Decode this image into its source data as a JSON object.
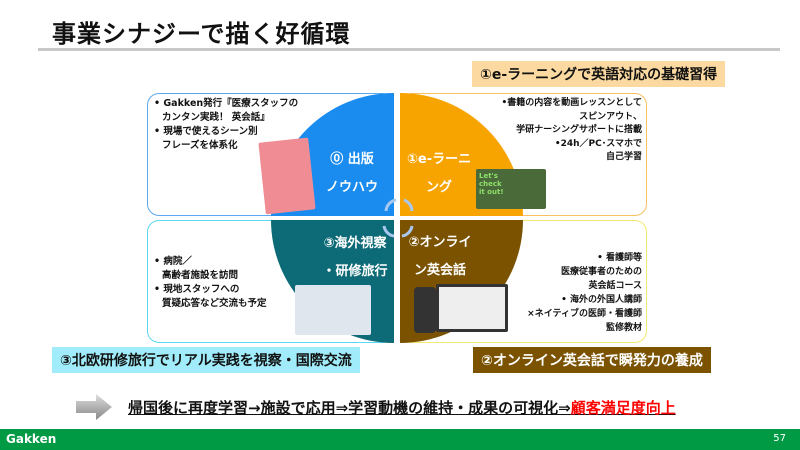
{
  "title": "事業シナジーで描く好循環",
  "tags": {
    "elearning": "①e-ラーニングで英語対応の基礎習得",
    "trip": "③北欧研修旅行でリアル実践を視察・国際交流",
    "online": "②オンライン英会話で瞬発力の養成"
  },
  "quadrants": {
    "publishing": {
      "label1": "⓪ 出版",
      "label2": "ノウハウ",
      "bullets": [
        "• Gakken発行『医療スタッフの",
        "  カンタン実践！ 英会話』",
        "•  現場で使えるシーン別",
        "  フレーズを体系化"
      ]
    },
    "elearning": {
      "label1": "①e-ラーニ",
      "label2": "ング",
      "bullets": [
        "•書籍の内容を動画レッスンとして",
        "スピンアウト、",
        "学研ナーシングサポートに搭載",
        "•24h／PC･スマホで",
        "自己学習"
      ],
      "video_text": "Let's check it out!"
    },
    "trip": {
      "label1": "③海外視察",
      "label2": "・研修旅行",
      "bullets": [
        "• 病院／",
        "  高齢者施設を訪問",
        "• 現地スタッフへの",
        "  質疑応答など交流も予定"
      ]
    },
    "online": {
      "label1": "②オンライ",
      "label2": "ン英会話",
      "bullets": [
        "• 看護師等",
        "医療従事者のための",
        "英会話コース",
        "• 海外の外国人講師",
        "×ネイティブの医師・看護師",
        "監修教材"
      ]
    }
  },
  "conclusion": {
    "main": "帰国後に再度学習→施設で応用⇒学習動機の維持・成果の可視化⇒",
    "highlight": "顧客満足度向上"
  },
  "footer": {
    "logo": "Gakken",
    "page": "57"
  },
  "colors": {
    "blue": "#1a8cf0",
    "orange": "#f7a400",
    "teal": "#0d6a77",
    "brown": "#7b5300",
    "green": "#009a44",
    "red": "#ff0000"
  }
}
